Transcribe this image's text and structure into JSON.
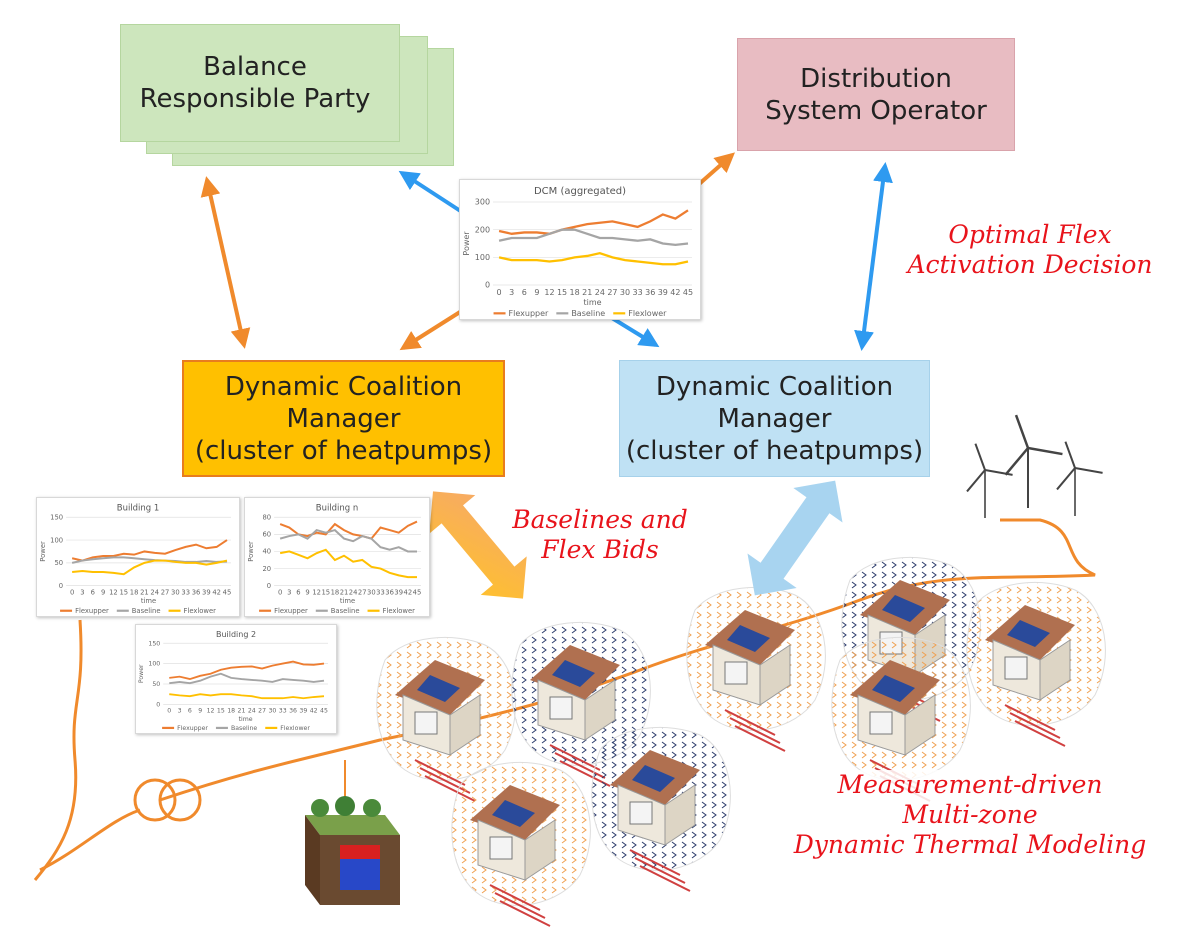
{
  "boxes": {
    "brp": "Balance Responsible Party",
    "dso": "Distribution System Operator",
    "dcm_left": [
      "Dynamic Coalition",
      "Manager",
      "(cluster of heatpumps)"
    ],
    "dcm_right": [
      "Dynamic Coalition",
      "Manager",
      "(cluster of heatpumps)"
    ]
  },
  "annotations": {
    "optimal": [
      "Optimal Flex",
      "Activation Decision"
    ],
    "baselines": [
      "Baselines and",
      "Flex Bids"
    ],
    "measurement": [
      "Measurement-driven",
      "Multi-zone",
      "Dynamic Thermal Modeling"
    ]
  },
  "colors": {
    "flexupper": "#ed7d31",
    "baseline": "#a5a5a5",
    "flexlower": "#ffc000",
    "orange_arrow": "#f08a2c",
    "blue_arrow": "#2e9af0",
    "power_line": "#f08a2c"
  },
  "chart_data": [
    {
      "id": "dcm",
      "type": "line",
      "title": "DCM (aggregated)",
      "xlabel": "time",
      "ylabel": "Power",
      "ylim": [
        0,
        300
      ],
      "yticks": [
        0,
        100,
        200,
        300
      ],
      "x": [
        0,
        3,
        6,
        9,
        12,
        15,
        18,
        21,
        24,
        27,
        30,
        33,
        36,
        39,
        42,
        45
      ],
      "series": [
        {
          "name": "Flexupper",
          "values": [
            195,
            185,
            190,
            190,
            185,
            200,
            210,
            220,
            225,
            230,
            220,
            210,
            230,
            255,
            240,
            270
          ]
        },
        {
          "name": "Baseline",
          "values": [
            160,
            170,
            170,
            170,
            185,
            200,
            200,
            185,
            170,
            170,
            165,
            160,
            165,
            150,
            145,
            150
          ]
        },
        {
          "name": "Flexlower",
          "values": [
            100,
            90,
            90,
            90,
            85,
            90,
            100,
            105,
            115,
            100,
            90,
            85,
            80,
            75,
            75,
            85
          ]
        }
      ]
    },
    {
      "id": "b1",
      "type": "line",
      "title": "Building 1",
      "xlabel": "time",
      "ylabel": "Power",
      "ylim": [
        0,
        150
      ],
      "yticks": [
        0,
        50,
        100,
        150
      ],
      "x": [
        0,
        3,
        6,
        9,
        12,
        15,
        18,
        21,
        24,
        27,
        30,
        33,
        36,
        39,
        42,
        45
      ],
      "series": [
        {
          "name": "Flexupper",
          "values": [
            60,
            55,
            62,
            65,
            65,
            70,
            68,
            75,
            72,
            70,
            78,
            85,
            90,
            82,
            85,
            100
          ]
        },
        {
          "name": "Baseline",
          "values": [
            50,
            55,
            58,
            60,
            62,
            62,
            60,
            58,
            56,
            55,
            54,
            52,
            52,
            54,
            52,
            53
          ]
        },
        {
          "name": "Flexlower",
          "values": [
            30,
            32,
            30,
            30,
            28,
            25,
            40,
            50,
            55,
            55,
            52,
            50,
            50,
            46,
            50,
            55
          ]
        }
      ]
    },
    {
      "id": "bn",
      "type": "line",
      "title": "Building n",
      "xlabel": "time",
      "ylabel": "Power",
      "ylim": [
        0,
        80
      ],
      "yticks": [
        0,
        20,
        40,
        60,
        80
      ],
      "x": [
        0,
        3,
        6,
        9,
        12,
        15,
        18,
        21,
        24,
        27,
        30,
        33,
        36,
        39,
        42,
        45
      ],
      "series": [
        {
          "name": "Flexupper",
          "values": [
            72,
            68,
            60,
            58,
            62,
            60,
            72,
            65,
            60,
            58,
            55,
            68,
            65,
            62,
            70,
            75
          ]
        },
        {
          "name": "Baseline",
          "values": [
            55,
            58,
            60,
            55,
            65,
            62,
            65,
            55,
            52,
            58,
            55,
            45,
            42,
            45,
            40,
            40
          ]
        },
        {
          "name": "Flexlower",
          "values": [
            38,
            40,
            36,
            32,
            38,
            42,
            30,
            35,
            28,
            30,
            22,
            20,
            15,
            12,
            10,
            10
          ]
        }
      ]
    },
    {
      "id": "b2",
      "type": "line",
      "title": "Building 2",
      "xlabel": "time",
      "ylabel": "Power",
      "ylim": [
        0,
        150
      ],
      "yticks": [
        0,
        50,
        100,
        150
      ],
      "x": [
        0,
        3,
        6,
        9,
        12,
        15,
        18,
        21,
        24,
        27,
        30,
        33,
        36,
        39,
        42,
        45
      ],
      "series": [
        {
          "name": "Flexupper",
          "values": [
            65,
            68,
            62,
            70,
            75,
            85,
            90,
            92,
            93,
            88,
            95,
            100,
            105,
            98,
            97,
            100
          ]
        },
        {
          "name": "Baseline",
          "values": [
            52,
            55,
            52,
            58,
            68,
            75,
            65,
            62,
            60,
            58,
            55,
            62,
            60,
            58,
            55,
            58
          ]
        },
        {
          "name": "Flexlower",
          "values": [
            25,
            22,
            20,
            25,
            22,
            25,
            25,
            22,
            20,
            15,
            15,
            15,
            18,
            15,
            18,
            20
          ]
        }
      ]
    }
  ]
}
